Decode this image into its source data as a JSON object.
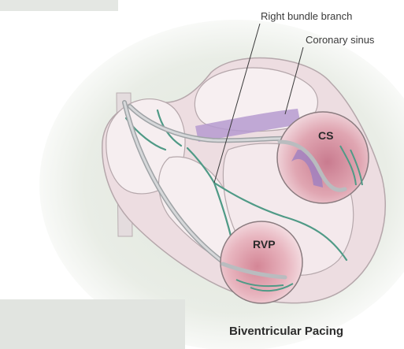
{
  "labels": {
    "right_bundle_branch": "Right bundle branch",
    "coronary_sinus": "Coronary sinus",
    "inset_cs": "CS",
    "inset_rvp": "RVP"
  },
  "caption": "Biventricular Pacing",
  "colors": {
    "background_wash": "#e6ebe3",
    "myocardium": "#efe3e5",
    "chamber_wall": "#f7eff1",
    "conduction_fibers": "#4f9a86",
    "coronary_sinus_vessel": "#b69bd0",
    "pacing_lead": "#b9bcbf",
    "inset_tissue": "#d98b9a"
  }
}
